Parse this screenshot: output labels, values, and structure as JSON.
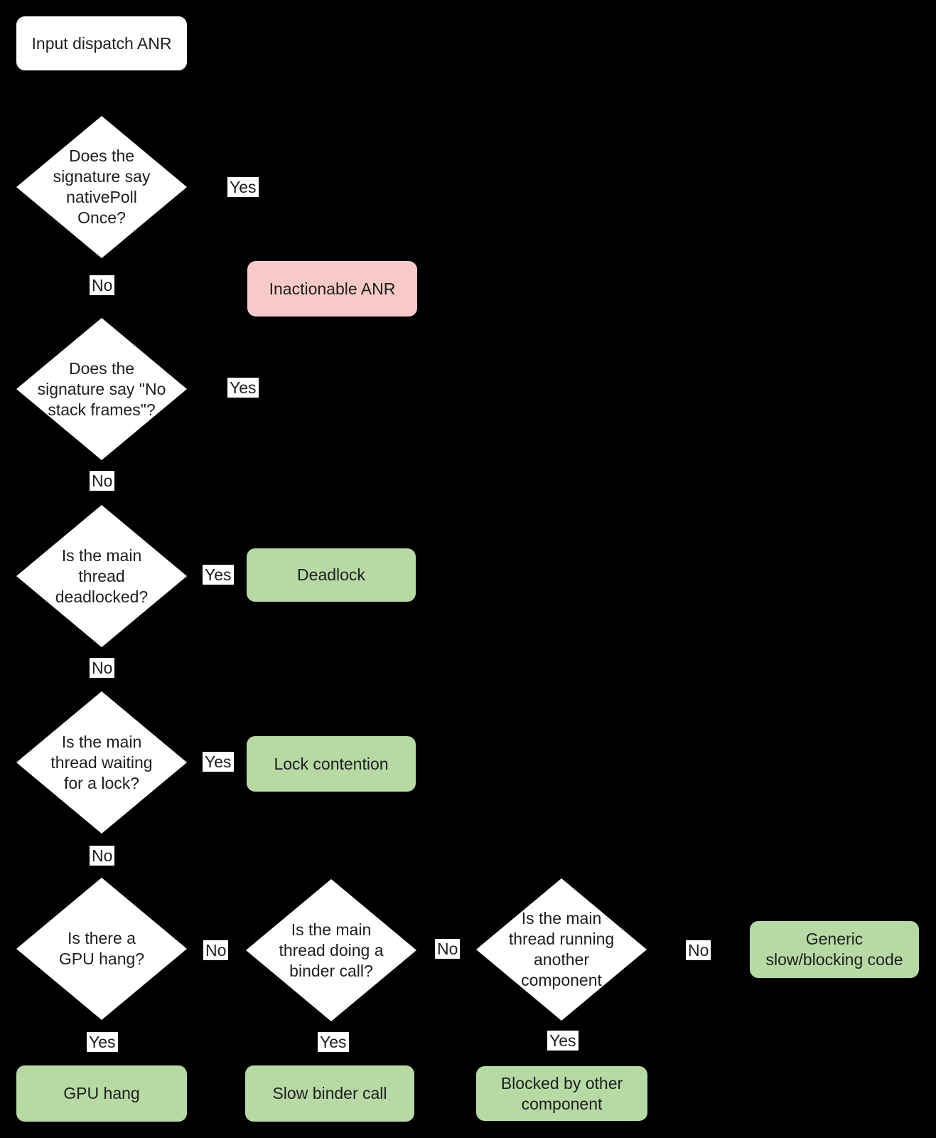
{
  "colors": {
    "canvas_bg": "#000000",
    "node_fill": "#ffffff",
    "terminal_green": "#b7daa5",
    "terminal_pink": "#f8cac7",
    "label_bg": "#ffffff",
    "text": "#1e1e1e"
  },
  "nodes": {
    "start": {
      "label": "Input dispatch ANR"
    },
    "d1": {
      "label": "Does the signature say nativePoll Once?",
      "lines": [
        "Does the",
        "signature say",
        "nativePoll",
        "Once?"
      ]
    },
    "d2": {
      "label": "Does the signature say \"No stack frames\"?",
      "lines": [
        "Does the",
        "signature say \"No",
        "stack frames\"?"
      ]
    },
    "d3": {
      "label": "Is the main thread deadlocked?",
      "lines": [
        "Is the main",
        "thread",
        "deadlocked?"
      ]
    },
    "d4": {
      "label": "Is the main thread waiting for a lock?",
      "lines": [
        "Is the main",
        "thread waiting",
        "for a lock?"
      ]
    },
    "d5": {
      "label": "Is there a GPU hang?",
      "lines": [
        "Is there a",
        "GPU hang?"
      ]
    },
    "d6": {
      "label": "Is the main thread doing a binder call?",
      "lines": [
        "Is the main",
        "thread doing a",
        "binder call?"
      ]
    },
    "d7": {
      "label": "Is the main thread running another component",
      "lines": [
        "Is the main",
        "thread running",
        "another",
        "component"
      ]
    },
    "inactionable": {
      "label": "Inactionable ANR",
      "lines": [
        "Inactionable ANR"
      ]
    },
    "deadlock": {
      "label": "Deadlock",
      "lines": [
        "Deadlock"
      ]
    },
    "lock_contention": {
      "label": "Lock contention",
      "lines": [
        "Lock contention"
      ]
    },
    "generic_slow": {
      "label": "Generic slow/blocking code",
      "lines": [
        "Generic",
        "slow/blocking code"
      ]
    },
    "gpu_hang": {
      "label": "GPU hang",
      "lines": [
        "GPU hang"
      ]
    },
    "slow_binder": {
      "label": "Slow binder call",
      "lines": [
        "Slow binder call"
      ]
    },
    "blocked_other": {
      "label": "Blocked by other component",
      "lines": [
        "Blocked by other",
        "component"
      ]
    }
  },
  "edge_labels": {
    "d1_yes": "Yes",
    "d1_no": "No",
    "d2_yes": "Yes",
    "d2_no": "No",
    "d3_yes": "Yes",
    "d3_no": "No",
    "d4_yes": "Yes",
    "d4_no": "No",
    "d5_no": "No",
    "d5_yes": "Yes",
    "d6_no": "No",
    "d6_yes": "Yes",
    "d7_no": "No",
    "d7_yes": "Yes"
  }
}
